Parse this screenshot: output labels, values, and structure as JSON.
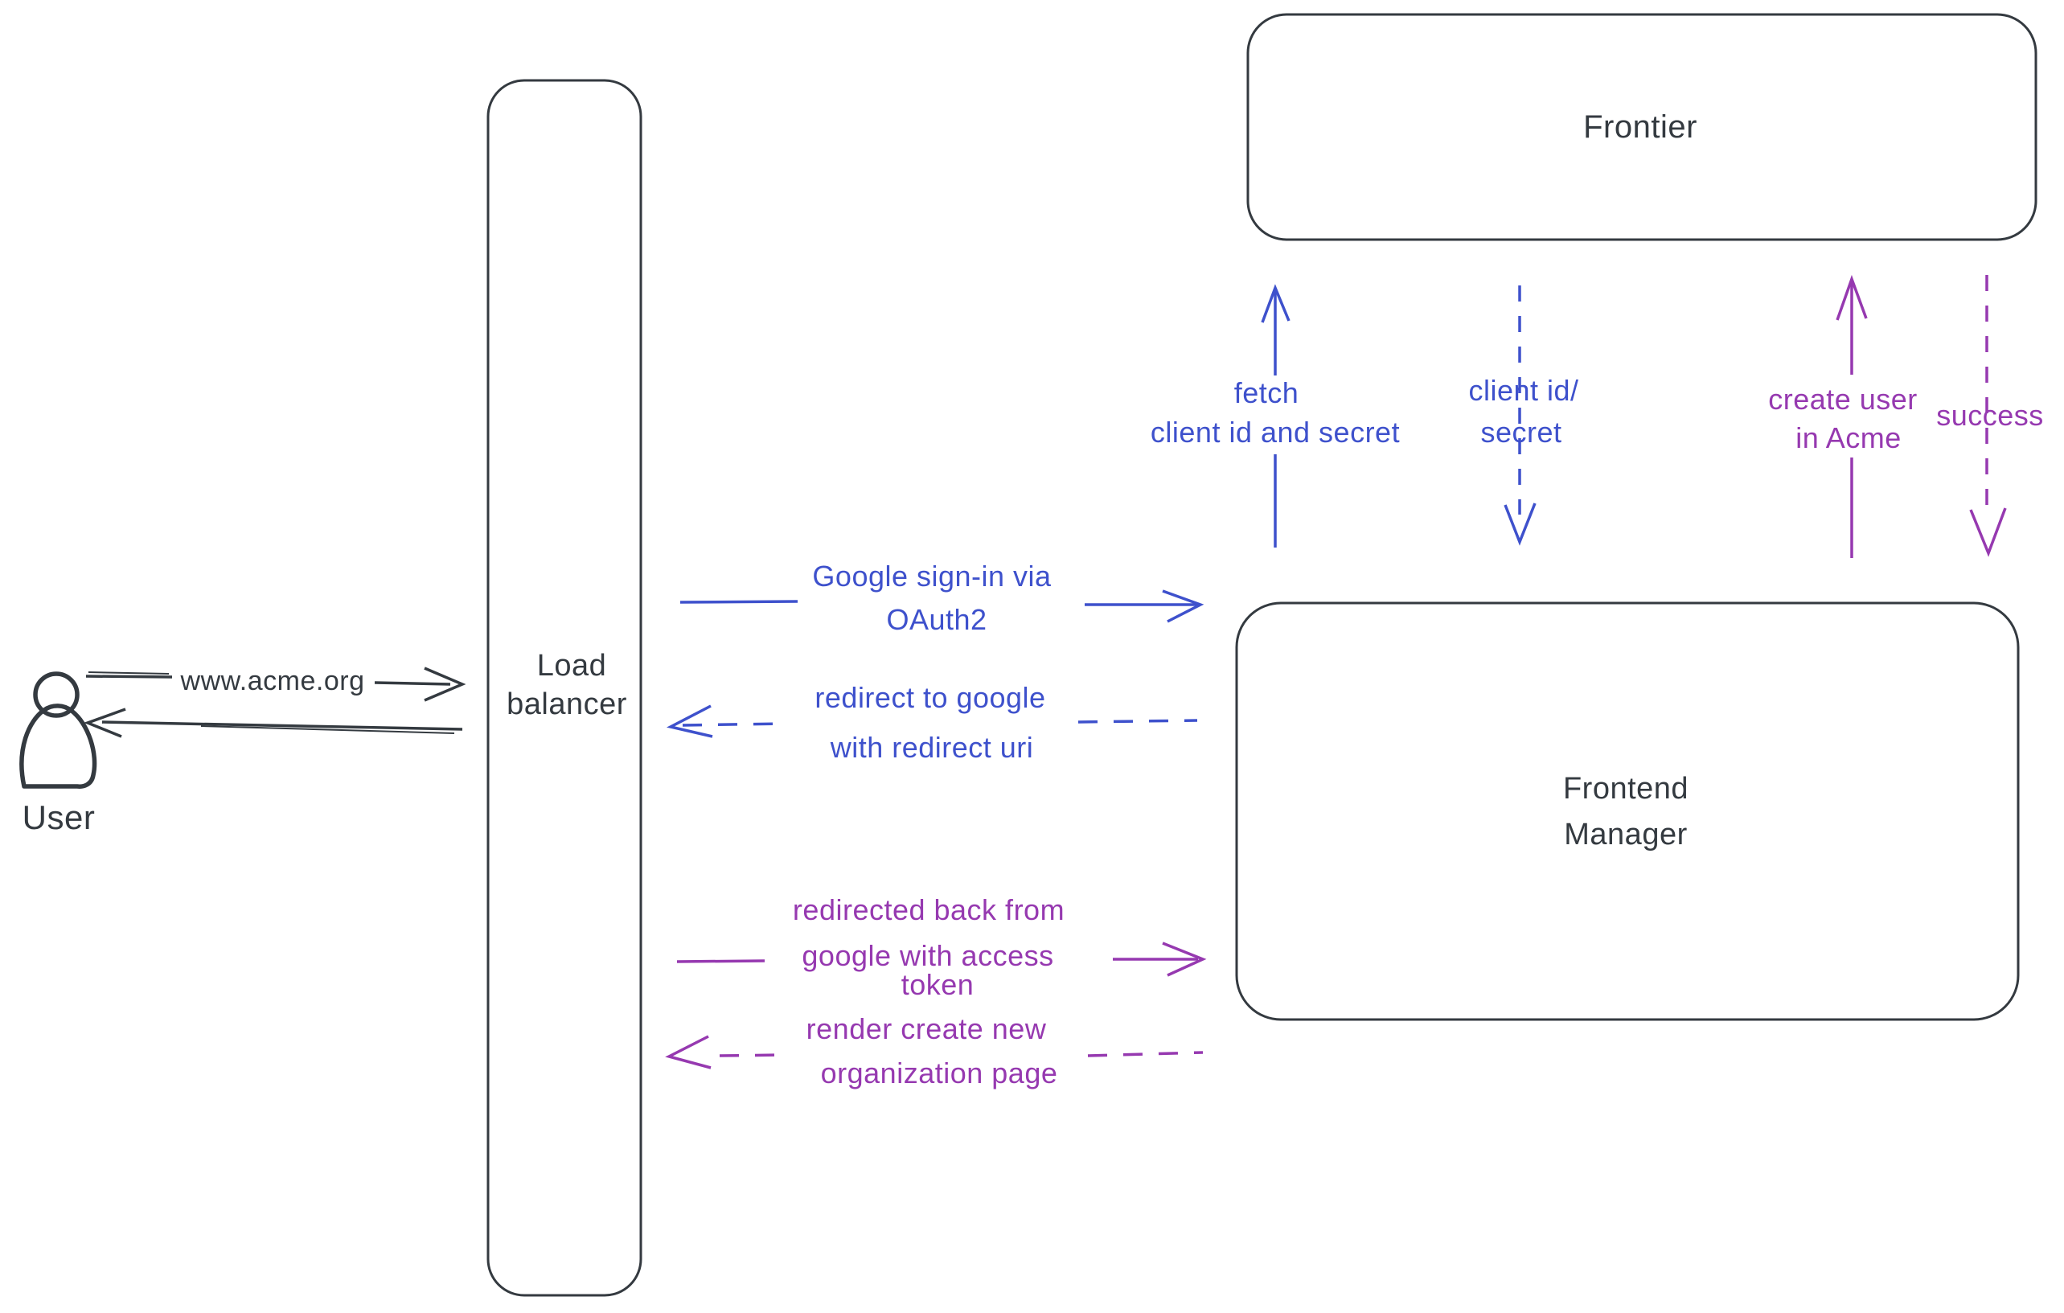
{
  "colors": {
    "background": "#ffffff",
    "ink": "#343a40",
    "blue": "#3e51cc",
    "purple": "#9639b0",
    "hatch": "#ccd7e2"
  },
  "nodes": {
    "user": {
      "label": "User"
    },
    "load_balancer": {
      "lines": [
        "Load",
        "balancer"
      ]
    },
    "frontier": {
      "label": "Frontier"
    },
    "frontend_manager": {
      "lines": [
        "Frontend",
        "Manager"
      ]
    }
  },
  "edges": {
    "user_to_lb": {
      "label": "www.acme.org",
      "style": "solid",
      "color": "ink"
    },
    "lb_to_user_return": {
      "style": "solid",
      "color": "ink"
    },
    "lb_to_fm_signin": {
      "lines": [
        "Google sign-in via",
        "OAuth2"
      ],
      "style": "solid",
      "color": "blue"
    },
    "fm_to_lb_redirect": {
      "lines": [
        "redirect to google",
        "with redirect uri"
      ],
      "style": "dashed",
      "color": "blue"
    },
    "fm_to_frontier_fetch": {
      "lines": [
        "fetch",
        "client id and secret"
      ],
      "style": "solid",
      "color": "blue"
    },
    "frontier_to_fm_client": {
      "lines": [
        "client id/",
        "secret"
      ],
      "style": "dashed",
      "color": "blue"
    },
    "fm_to_frontier_create": {
      "lines": [
        "create user",
        "in Acme"
      ],
      "style": "solid",
      "color": "purple"
    },
    "frontier_to_fm_success": {
      "label": "success",
      "style": "dashed",
      "color": "purple"
    },
    "lb_to_fm_redirected": {
      "lines": [
        "redirected back from",
        "google with access",
        "token"
      ],
      "style": "solid",
      "color": "purple"
    },
    "fm_to_lb_render": {
      "lines": [
        "render create new",
        "organization page"
      ],
      "style": "dashed",
      "color": "purple"
    }
  }
}
